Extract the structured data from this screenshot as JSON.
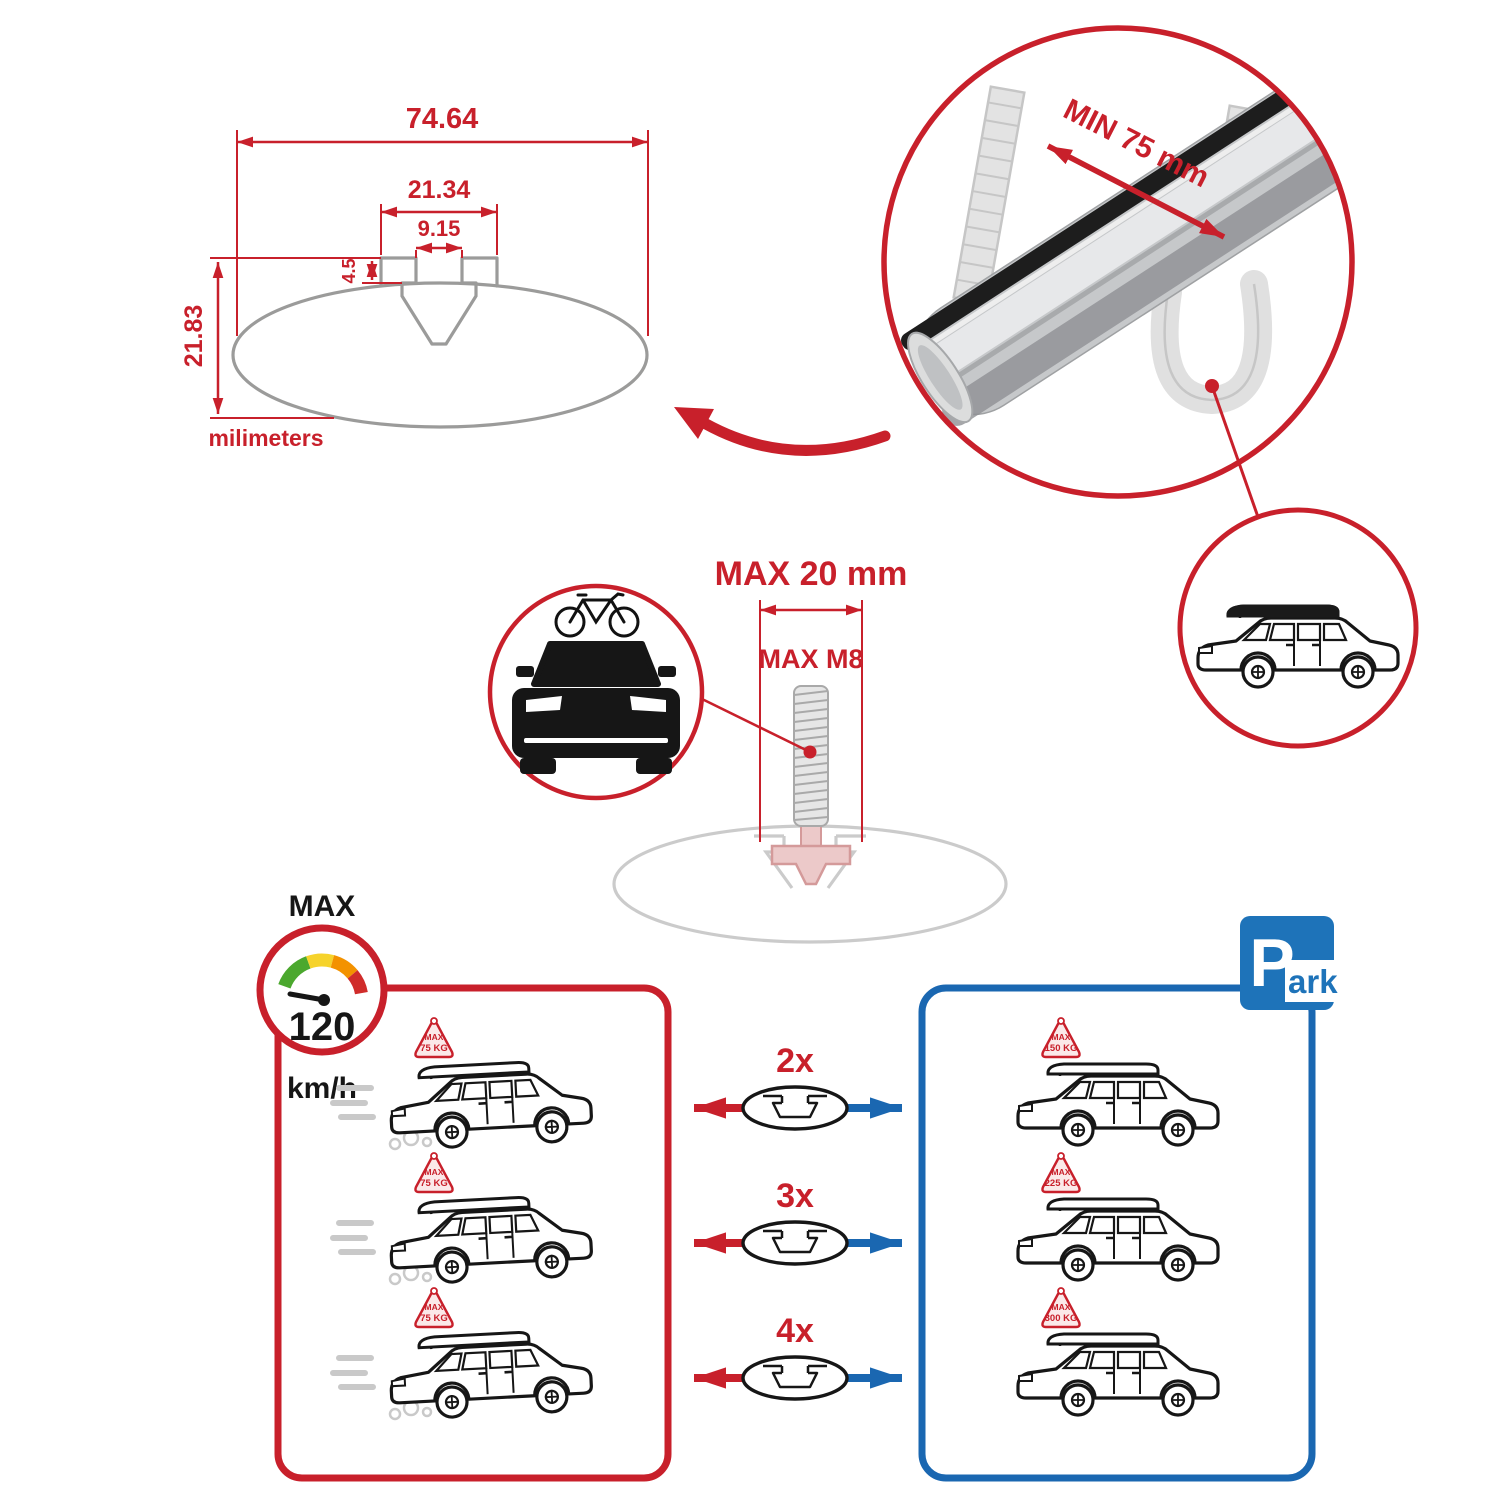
{
  "colors": {
    "red": "#c8202b",
    "blue_box": "#1a67b1",
    "blue_sign": "#1e73b9",
    "gray_drawing": "#9b9b9a",
    "light_gray": "#cbcbcb",
    "black": "#161616",
    "gauge_green": "#4ba82e",
    "gauge_yellow": "#f6d32b",
    "gauge_orange": "#f39200",
    "gauge_red": "#d02c2a"
  },
  "cross_section": {
    "dim_total_width": "74.64",
    "dim_channel_width": "21.34",
    "dim_slot_width": "9.15",
    "dim_slot_depth": "4.5",
    "dim_total_height": "21.83",
    "units": "milimeters"
  },
  "bar_photo": {
    "min_label": "MIN 75 mm"
  },
  "bolt": {
    "max_width": "MAX 20 mm",
    "max_thread": "MAX M8"
  },
  "speedometer": {
    "title": "MAX",
    "value": "120",
    "units": "km/h"
  },
  "parking": {
    "letter": "P",
    "rest": "ark"
  },
  "comparison": {
    "rows": [
      {
        "count": "2x",
        "driving": {
          "l1": "MAX",
          "l2": "75 KG"
        },
        "parked": {
          "l1": "MAX",
          "l2": "150 KG"
        }
      },
      {
        "count": "3x",
        "driving": {
          "l1": "MAX",
          "l2": "75 KG"
        },
        "parked": {
          "l1": "MAX",
          "l2": "225 KG"
        }
      },
      {
        "count": "4x",
        "driving": {
          "l1": "MAX",
          "l2": "75 KG"
        },
        "parked": {
          "l1": "MAX",
          "l2": "300 KG"
        }
      }
    ]
  }
}
